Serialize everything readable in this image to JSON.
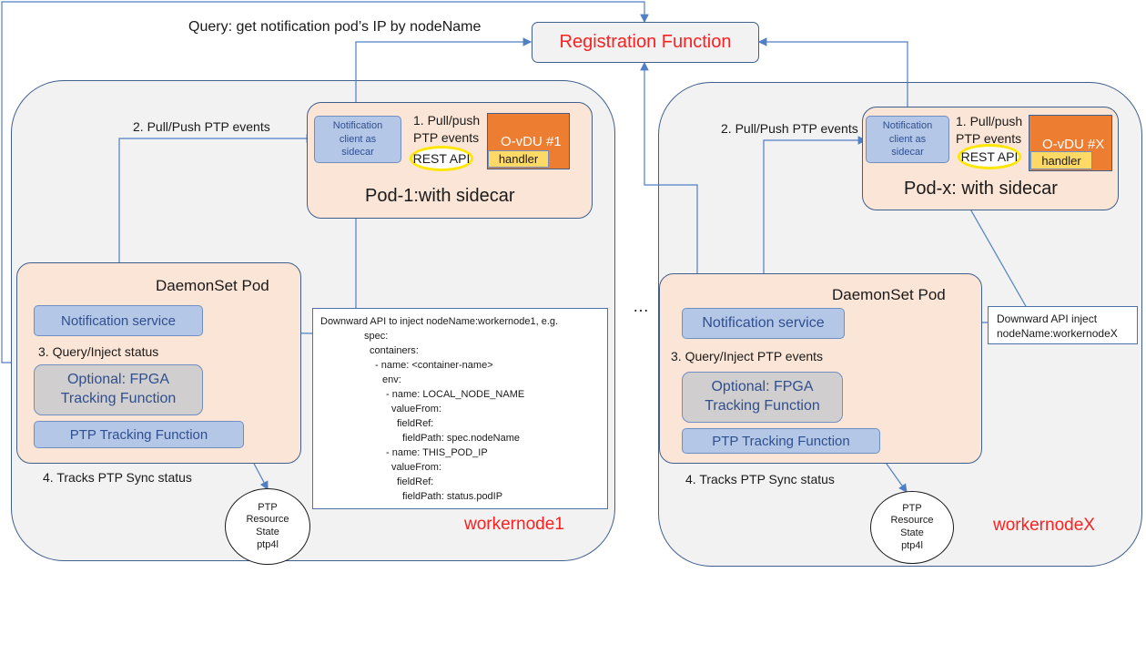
{
  "top": {
    "query_label": "Query: get notification pod’s IP by nodeName",
    "registration_function": "Registration Function",
    "ellipsis": "…"
  },
  "node1": {
    "name": "workernode1",
    "pull_push_label": "2. Pull/Push PTP events",
    "pod": {
      "title": "Pod-1:with sidecar",
      "sidecar_line1": "Notification",
      "sidecar_line2": "client as",
      "sidecar_line3": "sidecar",
      "pull_push_line1": "1. Pull/push",
      "pull_push_line2": "PTP events",
      "rest_api": "REST API",
      "odu": "O-vDU #1",
      "handler": "handler"
    },
    "daemonset": {
      "title": "DaemonSet  Pod",
      "notification_service": "Notification service",
      "query_inject": "3. Query/Inject status",
      "fpga_line1": "Optional: FPGA",
      "fpga_line2": "Tracking  Function",
      "ptp_tracking": "PTP Tracking Function"
    },
    "tracks_label": "4. Tracks PTP Sync status",
    "ptp_state": [
      "PTP",
      "Resource",
      "State",
      "ptp4l"
    ],
    "downward_api": [
      "Downward API to inject nodeName:workernode1,  e.g.",
      "spec:",
      "containers:",
      "- name: <container-name>",
      "env:",
      "- name: LOCAL_NODE_NAME",
      "valueFrom:",
      "fieldRef:",
      "fieldPath: spec.nodeName",
      "- name: THIS_POD_IP",
      "valueFrom:",
      "fieldRef:",
      "fieldPath: status.podIP"
    ]
  },
  "nodeX": {
    "name": "workernodeX",
    "pull_push_label": "2. Pull/Push PTP events",
    "pod": {
      "title": "Pod-x: with sidecar",
      "sidecar_line1": "Notification",
      "sidecar_line2": "client as",
      "sidecar_line3": "sidecar",
      "pull_push_line1": "1. Pull/push",
      "pull_push_line2": "PTP events",
      "rest_api": "REST API",
      "odu": "O-vDU #X",
      "handler": "handler"
    },
    "daemonset": {
      "title": "DaemonSet  Pod",
      "notification_service": "Notification service",
      "query_inject": "3. Query/Inject PTP events",
      "fpga_line1": "Optional: FPGA",
      "fpga_line2": "Tracking Function",
      "ptp_tracking": "PTP Tracking Function"
    },
    "tracks_label": "4. Tracks PTP Sync status",
    "ptp_state": [
      "PTP",
      "Resource",
      "State",
      "ptp4l"
    ],
    "downward_api": [
      "Downward API inject",
      "nodeName:workernodeX"
    ]
  },
  "colors": {
    "node_bg": "#f2f2f2",
    "pod_bg": "#fbe5d6",
    "component_blue": "#b4c7e7",
    "odu_orange": "#ed7d31",
    "handler_yellow": "#ffd966",
    "highlight_red": "#ff1f1f",
    "connector_blue": "#4f7fc4"
  }
}
